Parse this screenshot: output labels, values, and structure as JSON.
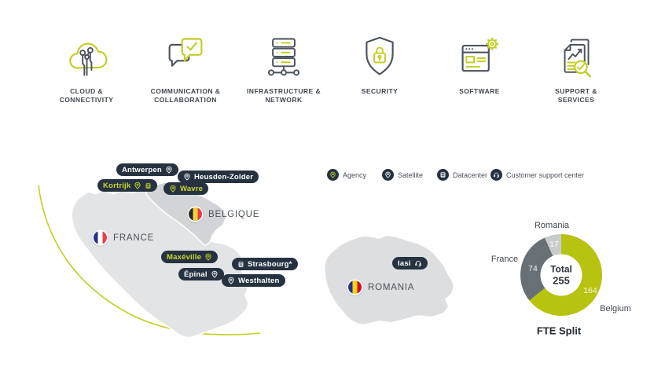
{
  "colors": {
    "accent": "#c3ce24",
    "accent_text": "#ccd72f",
    "dark_navy": "#273240",
    "icon_gray": "#4b535d",
    "map_france": "#e3e4e6",
    "map_belgium": "#d2d4d8",
    "map_romania": "#dcdee0"
  },
  "services": [
    {
      "id": "cloud-connectivity",
      "label": "CLOUD &\nCONNECTIVITY"
    },
    {
      "id": "communication-collaboration",
      "label": "COMMUNICATION &\nCOLLABORATION"
    },
    {
      "id": "infrastructure-network",
      "label": "INFRASTRUCTURE &\nNETWORK"
    },
    {
      "id": "security",
      "label": "SECURITY"
    },
    {
      "id": "software",
      "label": "SOFTWARE"
    },
    {
      "id": "support-services",
      "label": "SUPPORT &\nSERVICES"
    }
  ],
  "legend": [
    {
      "label": "Agency",
      "icon": "pin-icon",
      "icon_color": "accent"
    },
    {
      "label": "Satellite",
      "icon": "pin-icon",
      "icon_color": "white"
    },
    {
      "label": "Datacenter",
      "icon": "database-icon",
      "icon_color": "white"
    },
    {
      "label": "Customer support center",
      "icon": "headset-icon",
      "icon_color": "white"
    }
  ],
  "map": {
    "countries": [
      {
        "name": "FRANCE"
      },
      {
        "name": "BELGIQUE"
      },
      {
        "name": "ROMANIA"
      }
    ],
    "locations": [
      {
        "name": "Antwerpen",
        "types": [
          "satellite"
        ]
      },
      {
        "name": "Heusden-Zolder",
        "types": [
          "satellite"
        ]
      },
      {
        "name": "Kortrijk",
        "types": [
          "agency",
          "datacenter"
        ]
      },
      {
        "name": "Wavre",
        "types": [
          "agency"
        ]
      },
      {
        "name": "Maxéville",
        "types": [
          "agency"
        ]
      },
      {
        "name": "Strasbourg*",
        "types": [
          "datacenter"
        ]
      },
      {
        "name": "Épinal",
        "types": [
          "satellite"
        ]
      },
      {
        "name": "Westhalten",
        "types": [
          "satellite"
        ]
      },
      {
        "name": "Iasi",
        "types": [
          "customer-support-center"
        ]
      }
    ]
  },
  "chart_data": {
    "type": "pie",
    "variant": "donut",
    "title": "FTE Split",
    "center_label": "Total",
    "total": "255",
    "start_angle_deg": 0,
    "direction": "clockwise",
    "slices": [
      {
        "label": "Belgium",
        "value": 164,
        "color": "#b6c30f"
      },
      {
        "label": "France",
        "value": 74,
        "color": "#687076"
      },
      {
        "label": "Romania",
        "value": 17,
        "color": "#c9cccd"
      }
    ]
  }
}
